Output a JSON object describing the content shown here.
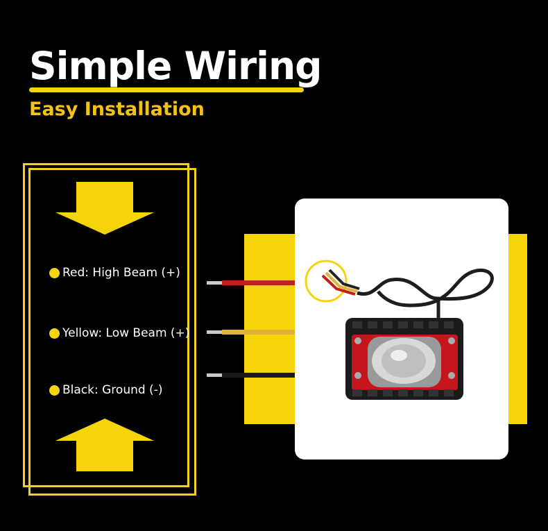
{
  "header": {
    "title": "Simple Wiring",
    "subtitle": "Easy Installation"
  },
  "legend": [
    {
      "label": "Red: High Beam (+)"
    },
    {
      "label": "Yellow: Low Beam (+)"
    },
    {
      "label": "Black: Ground (-)"
    }
  ],
  "colors": {
    "accent": "#f6d40a",
    "background": "#000000",
    "wire_red": "#c0201a",
    "wire_yellow": "#e0b43a",
    "wire_black": "#1a1a1a"
  }
}
